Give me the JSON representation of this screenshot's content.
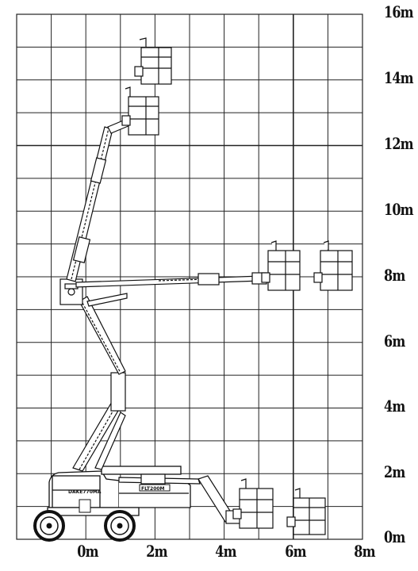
{
  "chart": {
    "y_axis_labels": [
      "16m",
      "14m",
      "12m",
      "10m",
      "8m",
      "6m",
      "4m",
      "2m",
      "0m"
    ],
    "x_axis_labels": [
      "0m",
      "2m",
      "4m",
      "6m",
      "8m"
    ]
  },
  "machine": {
    "brand_text": "DAKE770MA",
    "decal_text": "FLT200M"
  },
  "colors": {
    "grid": "#222222",
    "outline": "#111111"
  }
}
